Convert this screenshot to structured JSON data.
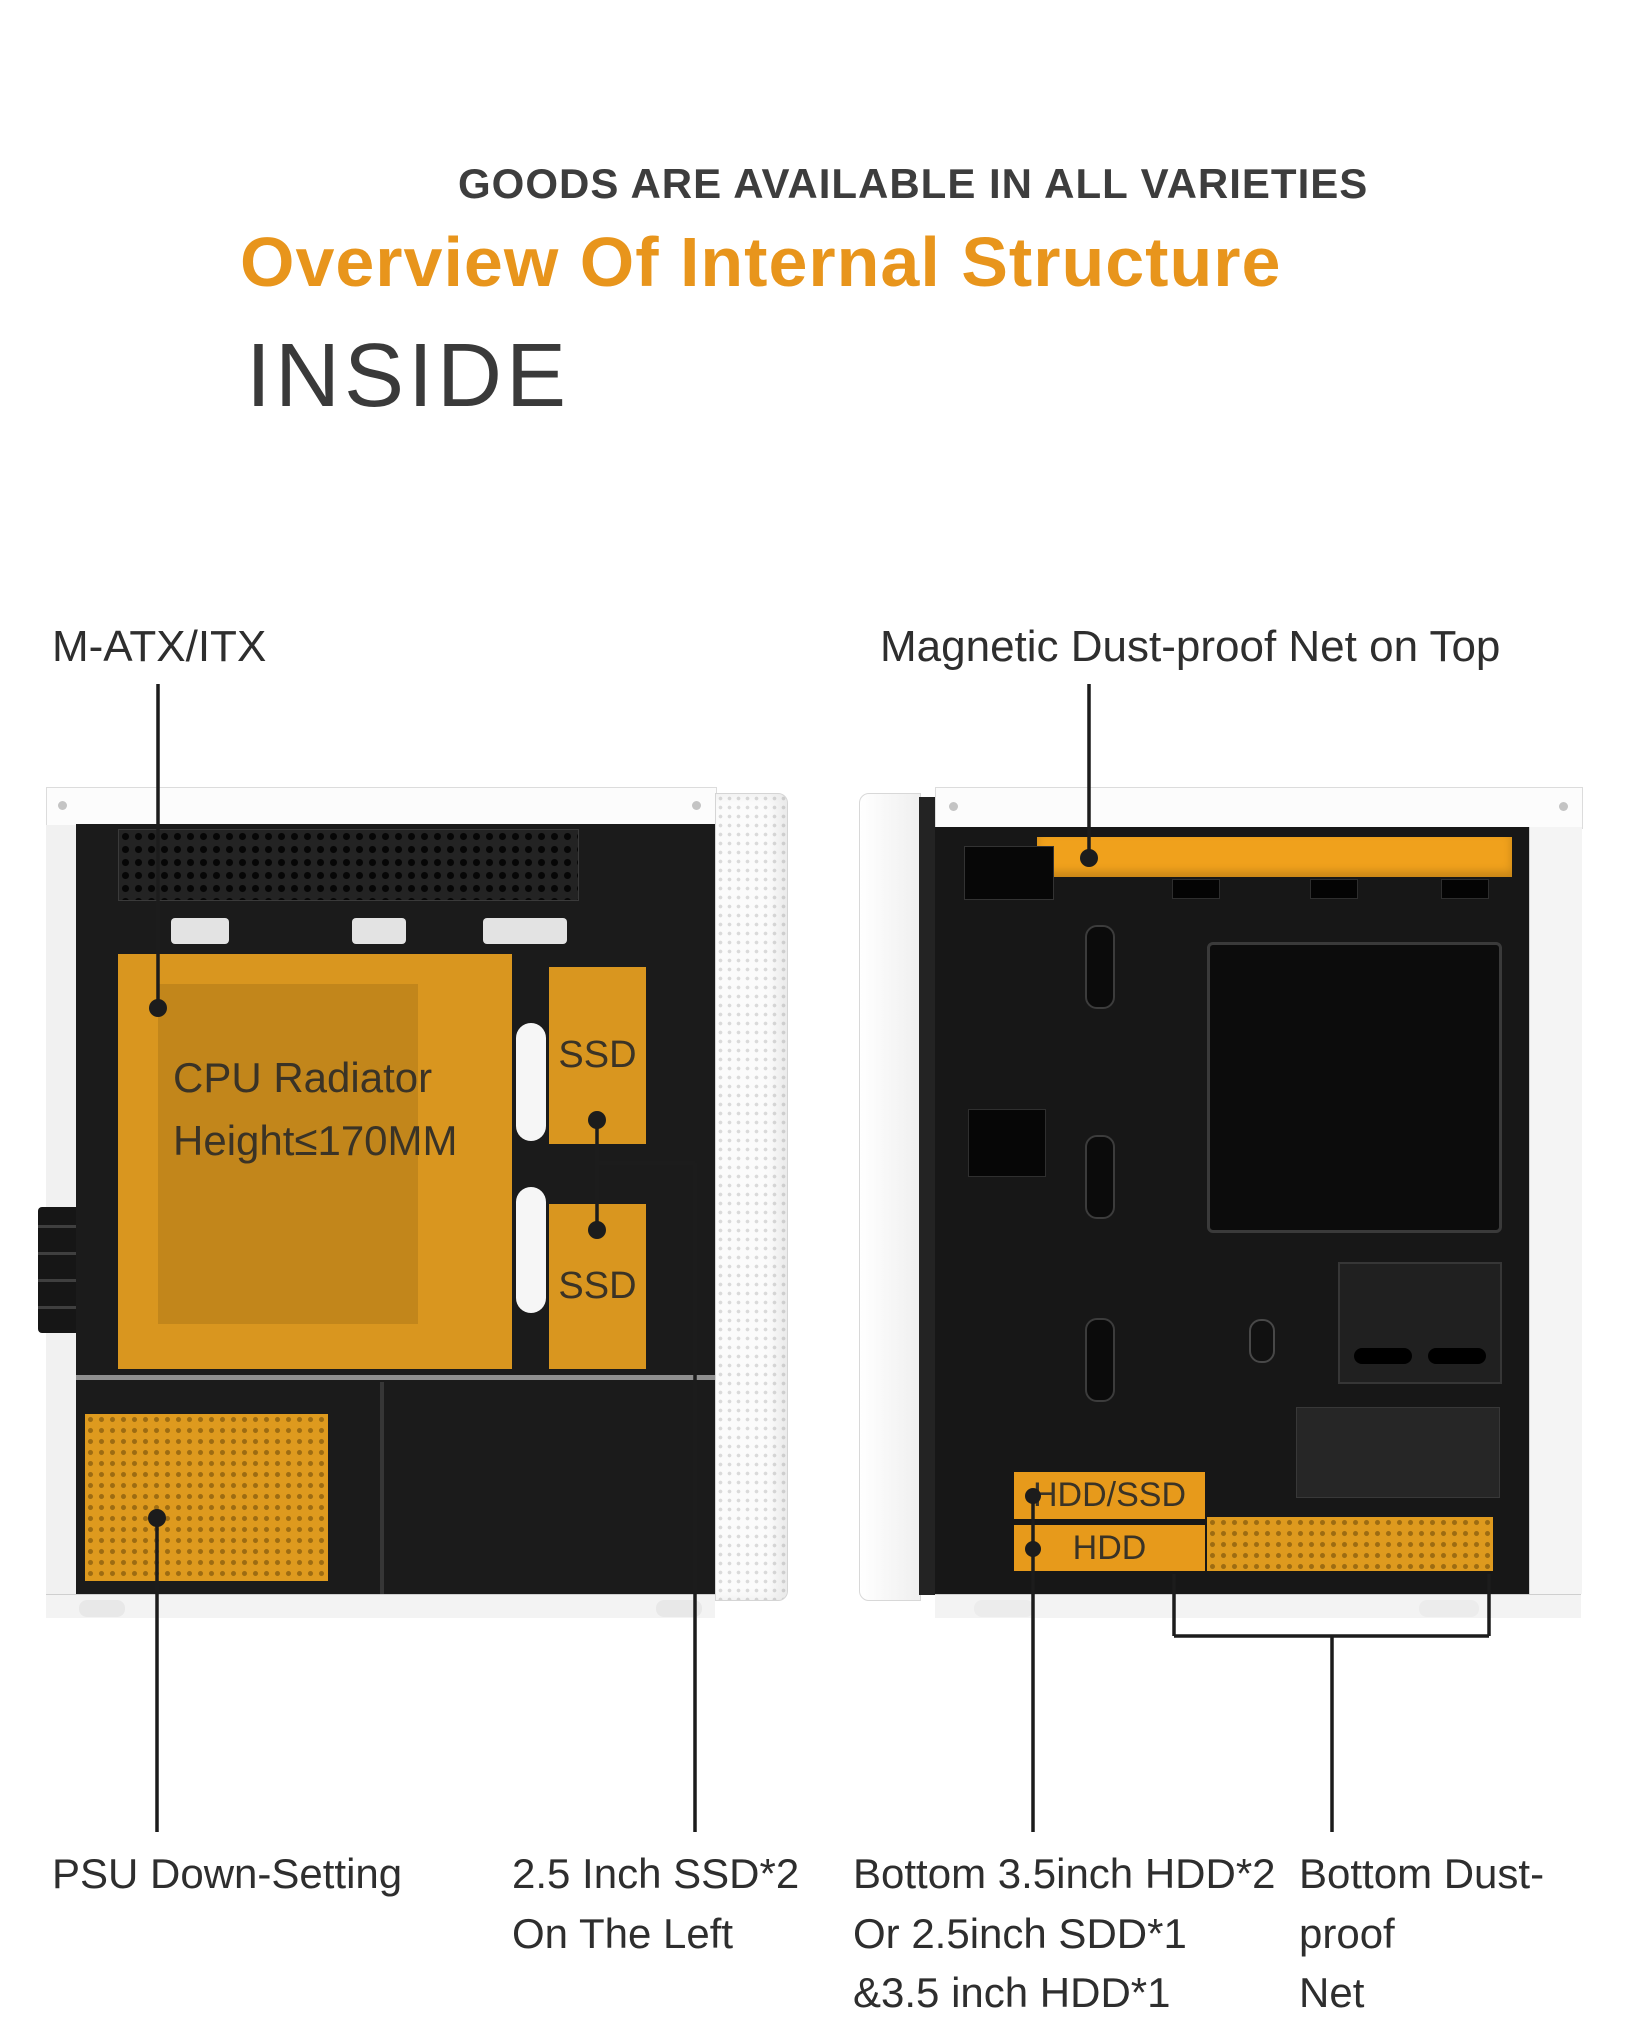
{
  "header": {
    "tagline": "GOODS ARE AVAILABLE IN ALL VARIETIES",
    "title": "Overview Of Internal Structure",
    "subtitle": "INSIDE"
  },
  "callouts": {
    "top_left": "M-ATX/ITX",
    "top_right": "Magnetic Dust-proof Net on Top",
    "bottom_psu": "PSU Down-Setting",
    "bottom_ssd": "2.5 Inch SSD*2\nOn The Left",
    "bottom_hdd": "Bottom 3.5inch HDD*2\nOr 2.5inch SDD*1\n&3.5 inch HDD*1",
    "bottom_net": "Bottom Dust-proof\nNet"
  },
  "left_case": {
    "cpu_zone": "CPU Radiator\nHeight≤170MM",
    "ssd_zone_top": "SSD",
    "ssd_zone_bottom": "SSD"
  },
  "right_case": {
    "hdd_ssd_zone": "HDD/SSD",
    "hdd_zone": "HDD"
  },
  "colors": {
    "accent_orange": "#E8951C",
    "highlight_zone_orange": "#D9961F",
    "dust_net_orange": "#F0A11C",
    "connector_line": "#1C1C1C"
  }
}
